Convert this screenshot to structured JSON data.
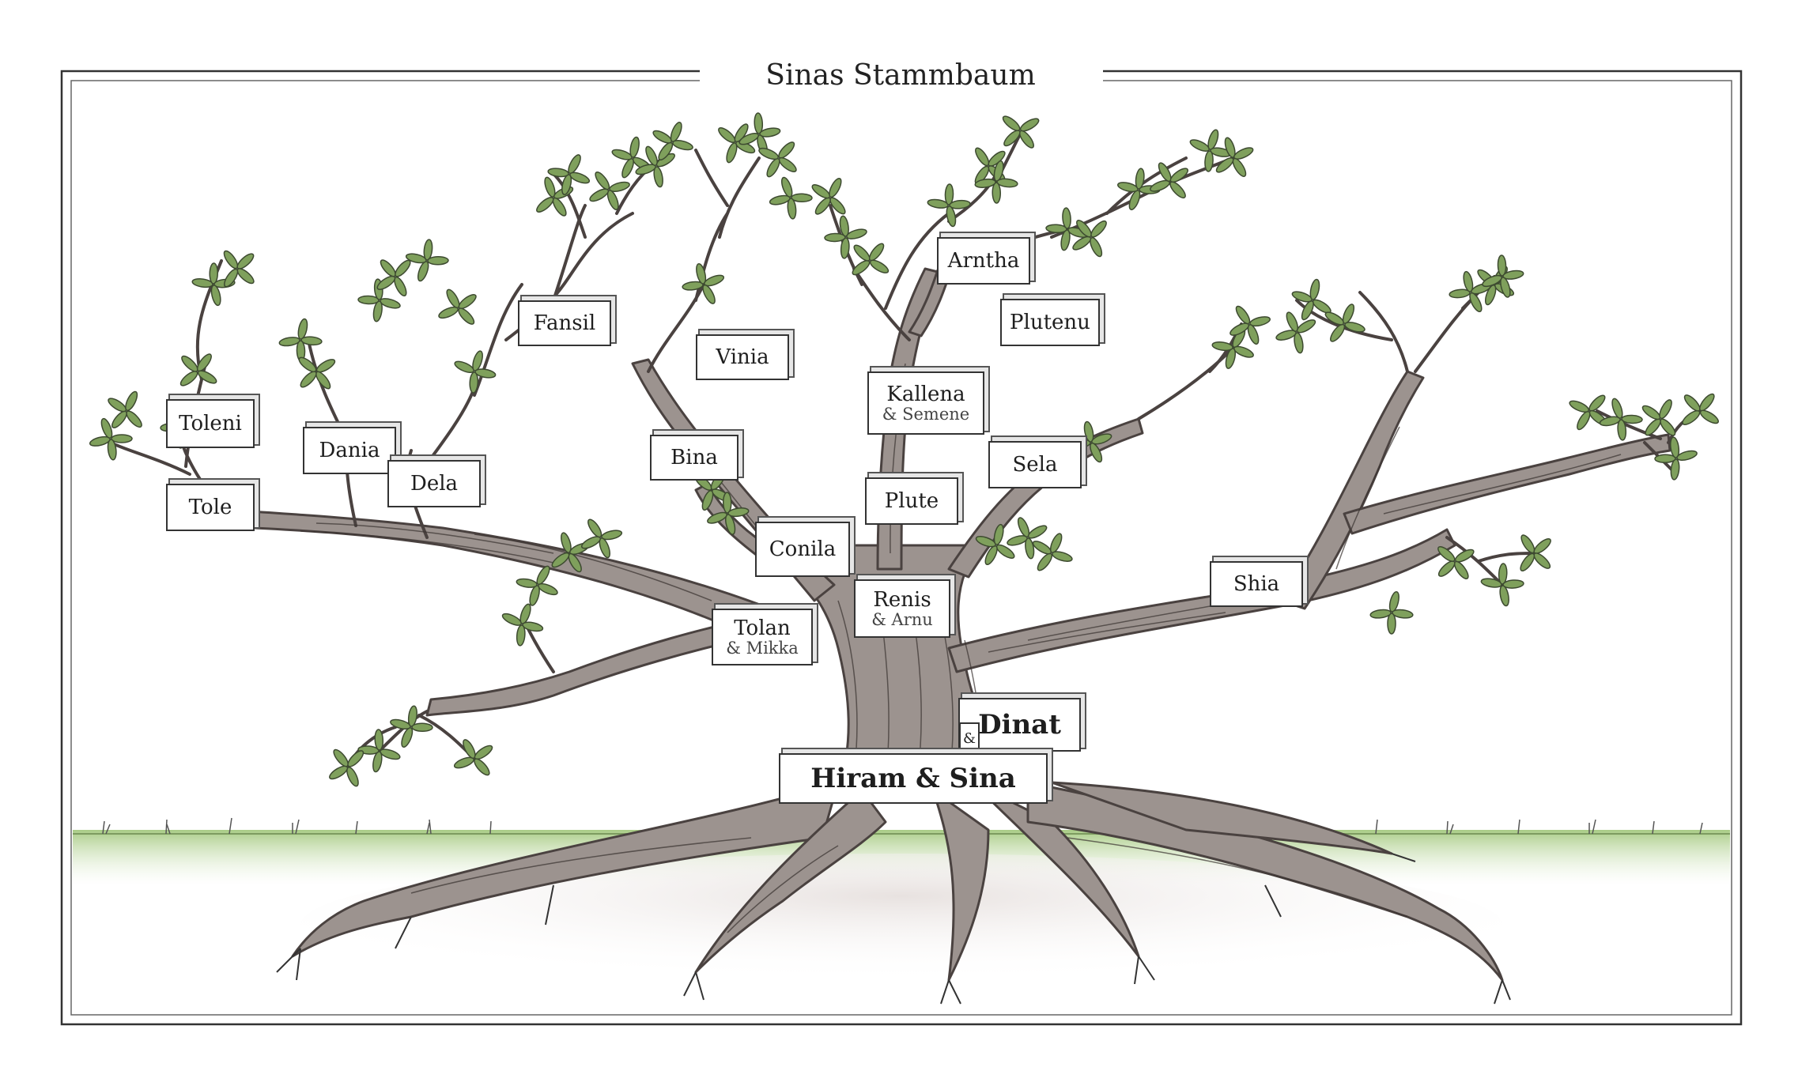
{
  "title": "Sinas Stammbaum",
  "members": {
    "toleni": {
      "name": "Toleni"
    },
    "tole": {
      "name": "Tole"
    },
    "dania": {
      "name": "Dania"
    },
    "dela": {
      "name": "Dela"
    },
    "fansil": {
      "name": "Fansil"
    },
    "vinia": {
      "name": "Vinia"
    },
    "bina": {
      "name": "Bina"
    },
    "conila": {
      "name": "Conila"
    },
    "tolan": {
      "name": "Tolan",
      "partner": "& Mikka"
    },
    "arntha": {
      "name": "Arntha"
    },
    "plutenu": {
      "name": "Plutenu"
    },
    "kallena": {
      "name": "Kallena",
      "partner": "& Semene"
    },
    "sela": {
      "name": "Sela"
    },
    "plute": {
      "name": "Plute"
    },
    "renis": {
      "name": "Renis",
      "partner": "& Arnu"
    },
    "shia": {
      "name": "Shia"
    },
    "dinat": {
      "name": "Dinat"
    },
    "hiram_sina": {
      "name": "Hiram & Sina"
    }
  },
  "amp_symbol": "&",
  "colors": {
    "bark": "#9c938f",
    "bark_dark": "#4a4240",
    "leaf": "#7fa05c",
    "grass": "#b9d69a",
    "frame": "#333333"
  }
}
